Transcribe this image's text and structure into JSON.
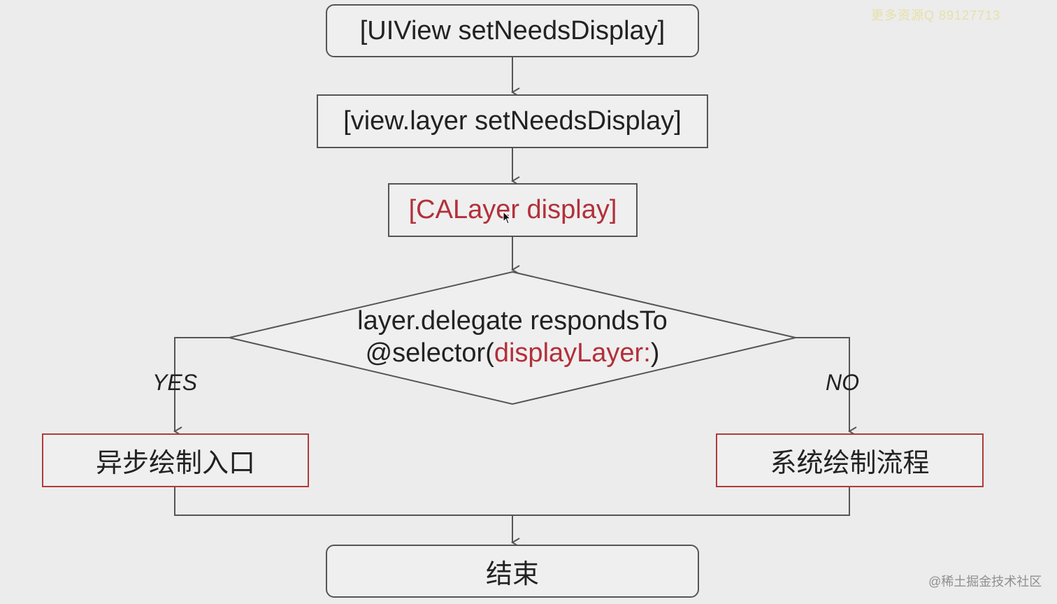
{
  "nodes": {
    "start": "[UIView setNeedsDisplay]",
    "layer_set": "[view.layer setNeedsDisplay]",
    "calayer_display": "[CALayer display]",
    "decision_line1": "layer.delegate respondsTo",
    "decision_line2_prefix": "@selector(",
    "decision_line2_selector": "displayLayer:",
    "decision_line2_suffix": ")",
    "yes_box": "异步绘制入口",
    "no_box": "系统绘制流程",
    "end": "结束"
  },
  "branches": {
    "yes": "YES",
    "no": "NO"
  },
  "watermarks": {
    "top": "更多资源Q 89127713",
    "bottom": "@稀土掘金技术社区"
  },
  "colors": {
    "background": "#ececec",
    "line": "#555555",
    "accent_red": "#b2303a",
    "box_red_border": "#b23a3a"
  }
}
